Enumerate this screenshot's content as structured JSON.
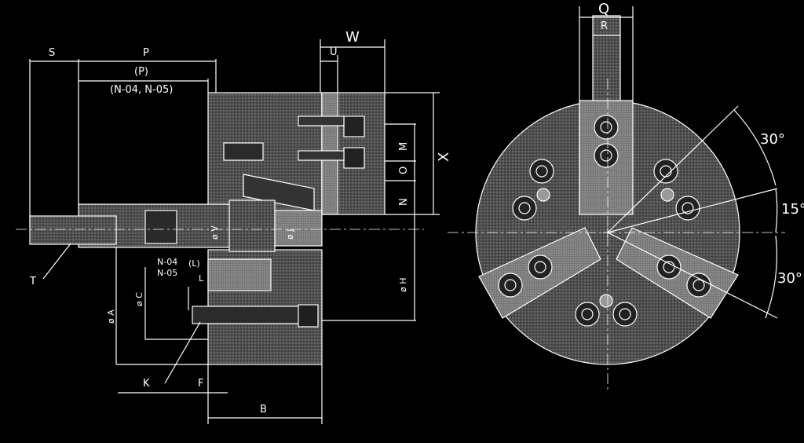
{
  "side_view": {
    "labels": {
      "S": "S",
      "P": "P",
      "P_paren": "(P)",
      "P_models": "(N-04, N-05)",
      "W": "W",
      "U": "U",
      "M": "M",
      "O": "O",
      "N": "N",
      "X": "X",
      "phi_V": "ø V",
      "phi_J": "ø J",
      "T": "T",
      "L_models_1": "N-04",
      "L_models_2": "N-05",
      "L_paren": "(L)",
      "L": "L",
      "phi_A": "ø A",
      "phi_C": "ø C",
      "phi_H": "ø H",
      "K": "K",
      "F": "F",
      "B": "B"
    }
  },
  "front_view": {
    "labels": {
      "Q": "Q",
      "R": "R",
      "angle_top": "30°",
      "angle_mid": "15°",
      "angle_bottom": "30°"
    }
  },
  "colors": {
    "background": "#000000",
    "line": "#ffffff",
    "body_fill": "#5a5a5a",
    "dark_fill": "#2b2b2b"
  }
}
